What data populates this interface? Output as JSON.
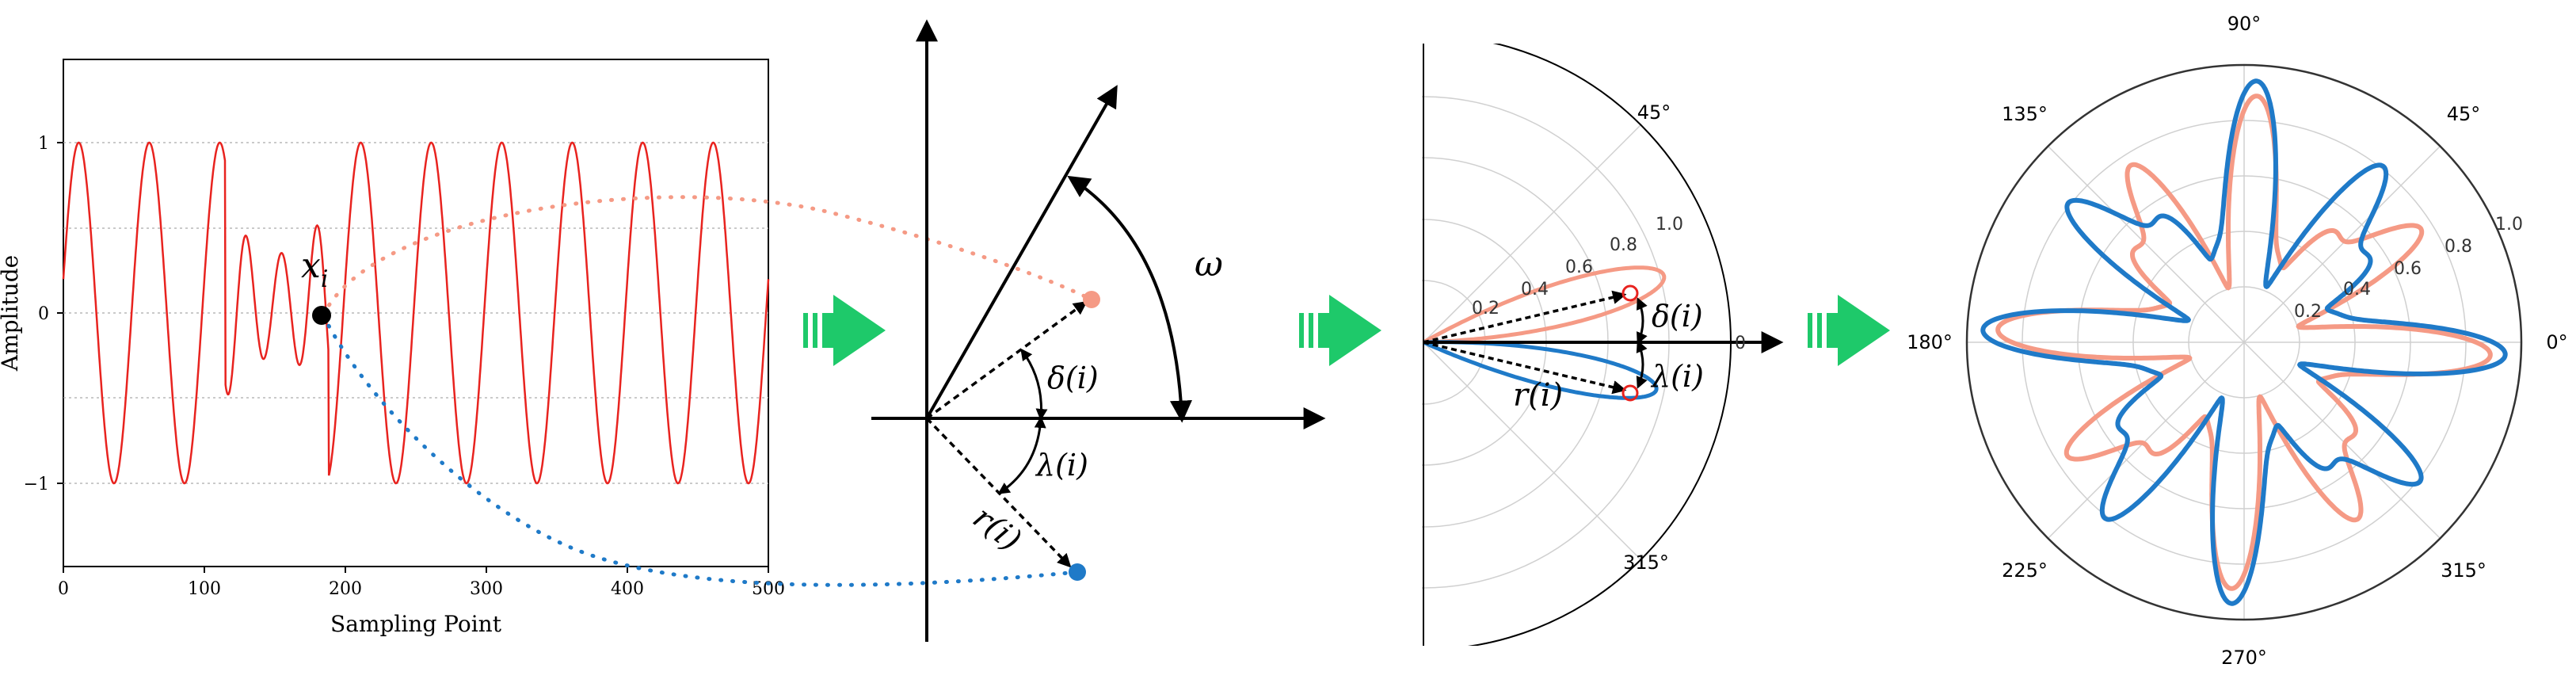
{
  "panel1": {
    "ylabel": "Amplitude",
    "xlabel": "Sampling Point",
    "yticks": [
      "1",
      "0",
      "−1"
    ],
    "xticks": [
      "0",
      "100",
      "200",
      "300",
      "400",
      "500"
    ],
    "point_label": "x",
    "point_subscript": "i"
  },
  "panel2": {
    "omega": "ω",
    "delta": "δ(i)",
    "lambda": "λ(i)",
    "r": "r(i)"
  },
  "panel3": {
    "angle_45": "45°",
    "angle_315": "315°",
    "r_labels": [
      "0.2",
      "0.4",
      "0.6",
      "0.8",
      "1.0"
    ],
    "zero": "0",
    "delta": "δ(i)",
    "lambda": "λ(i)",
    "r": "r(i)"
  },
  "panel4": {
    "angles": [
      "90°",
      "45°",
      "135°",
      "180°",
      "0°",
      "225°",
      "315°",
      "270°"
    ],
    "r_labels": [
      "0.2",
      "0.4",
      "0.6",
      "0.8",
      "1.0"
    ]
  },
  "colors": {
    "signal": "#e8231f",
    "salmon": "#f59a85",
    "blue": "#1f7ac8",
    "arrow": "#1ec96a",
    "black": "#000000"
  }
}
